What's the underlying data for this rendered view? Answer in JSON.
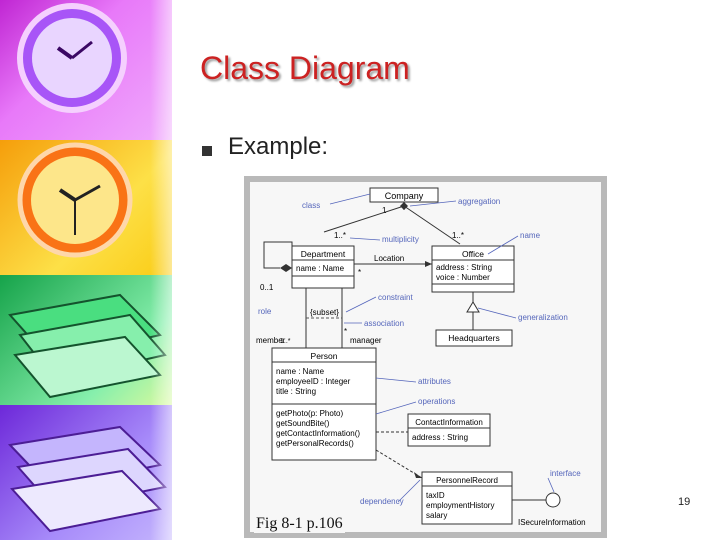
{
  "slide": {
    "title": "Class Diagram",
    "bullet": "Example:",
    "caption": "Fig 8-1 p.106",
    "page_number": "19"
  },
  "diagram": {
    "classes": {
      "company": {
        "name": "Company"
      },
      "department": {
        "name": "Department",
        "attributes": [
          "name : Name"
        ]
      },
      "office": {
        "name": "Office",
        "attributes": [
          "address : String",
          "voice : Number"
        ]
      },
      "headquarters": {
        "name": "Headquarters"
      },
      "person": {
        "name": "Person",
        "attributes": [
          "name : Name",
          "employeeID : Integer",
          "title : String"
        ],
        "operations": [
          "getPhoto(p: Photo)",
          "getSoundBite()",
          "getContactInformation()",
          "getPersonalRecords()"
        ]
      },
      "contact_information": {
        "name": "ContactInformation",
        "attributes": [
          "address : String"
        ]
      },
      "personnel_record": {
        "name": "PersonnelRecord",
        "attributes": [
          "taxID",
          "employmentHistory",
          "salary"
        ]
      }
    },
    "interface_name": "ISecureInformation",
    "multiplicities": {
      "company_one": "1",
      "dept_many": "1..*",
      "office_many": "1..*",
      "dept_self": "0..1",
      "location_star": "*",
      "member_one": "1..*",
      "manager_star": "*"
    },
    "labels": {
      "location": "Location",
      "subset": "{subset}",
      "member": "member",
      "manager": "manager",
      "role": "role"
    },
    "callouts": {
      "class": "class",
      "aggregation": "aggregation",
      "name": "name",
      "multiplicity": "multiplicity",
      "constraint": "constraint",
      "association": "association",
      "generalization": "generalization",
      "attributes": "attributes",
      "operations": "operations",
      "dependency": "dependency",
      "interface": "interface"
    }
  }
}
